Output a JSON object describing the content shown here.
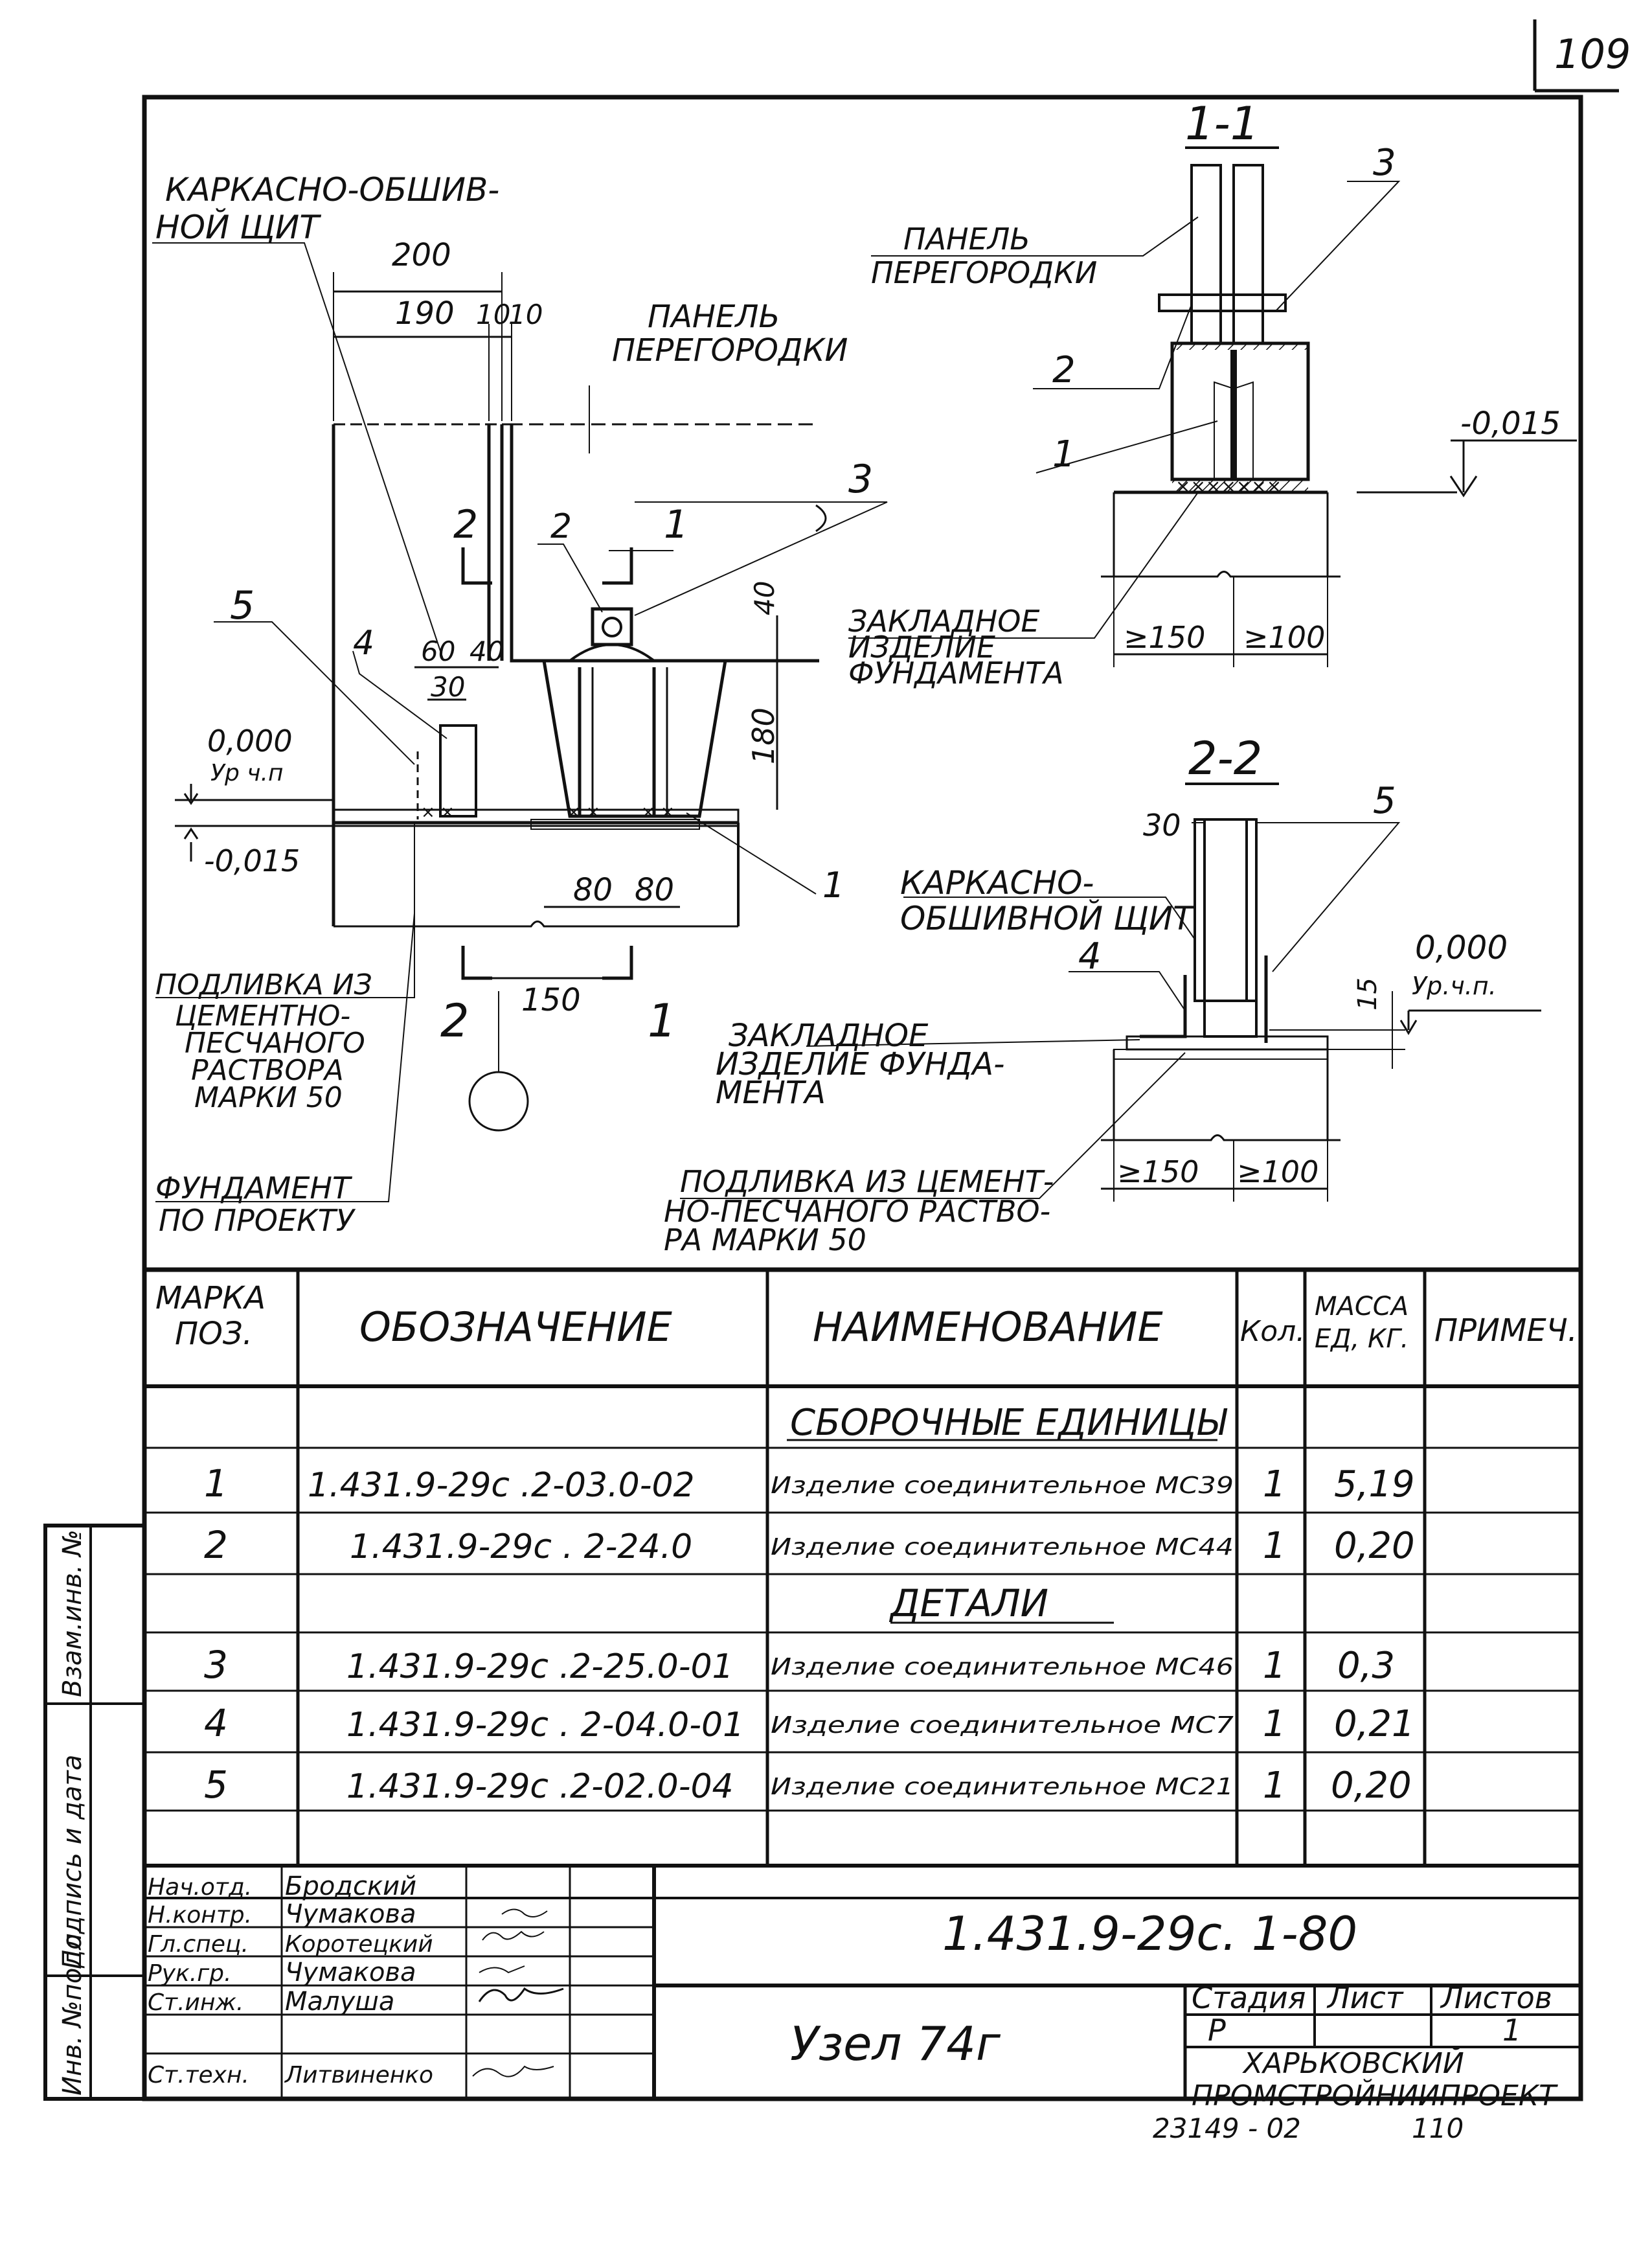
{
  "page": {
    "number": "109",
    "archive_no": "23149 - 02",
    "bottom_no": "110"
  },
  "drawing": {
    "left_view": {
      "frame_panel": "КАРКАСНО-ОБШИВ-\nНОЙ ЩИТ",
      "partition_panel": "ПАНЕЛЬ\nПЕРЕГОРОДКИ",
      "dims": [
        "200",
        "190",
        "10",
        "10",
        "60",
        "40",
        "30",
        "40",
        "180",
        "80",
        "80",
        "150"
      ],
      "level_top": "0,000",
      "level_top_sub": "Ур ч.п",
      "level_bottom": "-0,015",
      "grout": "ПОДЛИВКА ИЗ\nЦЕМЕНТНО-\nПЕСЧАНОГО\nРАСТВОРА\nМАРКИ 50",
      "foundation": "ФУНДАМЕНТ\nПО ПРОЕКТУ",
      "positions": [
        "1",
        "2",
        "3",
        "4",
        "5"
      ],
      "cuts": [
        "1",
        "2"
      ]
    },
    "section_1": {
      "title": "1-1",
      "partition_panel": "ПАНЕЛЬ\nПЕРЕГОРОДКИ",
      "embedded_part": "ЗАКЛАДНОЕ\nИЗДЕЛИЕ\nФУНДАМЕНТА",
      "dims": [
        "≥150",
        "≥100"
      ],
      "level": "-0,015",
      "positions": [
        "1",
        "2",
        "3"
      ]
    },
    "section_2": {
      "title": "2-2",
      "frame_panel": "КАРКАСНО-\nОБШИВНОЙ ЩИТ",
      "embedded_part": "ЗАКЛАДНОЕ\nИЗДЕЛИЕ ФУНДА-\nМЕНТА",
      "grout": "ПОДЛИВКА ИЗ ЦЕМЕНТ-\nНО-ПЕСЧАНОГО РАСТВО-\nРА МАРКИ 50",
      "dims": [
        "30",
        "15",
        "≥150",
        "≥100"
      ],
      "level": "0,000",
      "level_sub": "Ур.ч.п.",
      "positions": [
        "4",
        "5"
      ]
    }
  },
  "spec_table": {
    "headers": [
      "МАРКА\nПОЗ.",
      "ОБОЗНАЧЕНИЕ",
      "НАИМЕНОВАНИЕ",
      "Кол.",
      "МАССА\nЕД, КГ.",
      "ПРИМЕЧ."
    ],
    "groups": [
      {
        "title": "СБОРОЧНЫЕ ЕДИНИЦЫ",
        "rows": [
          [
            "1",
            "1.431.9-29c .2-03.0-02",
            "Изделие соединительное МС39",
            "1",
            "5,19",
            ""
          ],
          [
            "2",
            "1.431.9-29c . 2-24.0",
            "Изделие соединительное МС44",
            "1",
            "0,20",
            ""
          ]
        ]
      },
      {
        "title": "ДЕТАЛИ",
        "rows": [
          [
            "3",
            "1.431.9-29c .2-25.0-01",
            "Изделие соединительное МС46",
            "1",
            "0,3",
            ""
          ],
          [
            "4",
            "1.431.9-29c . 2-04.0-01",
            "Изделие соединительное МС7",
            "1",
            "0,21",
            ""
          ],
          [
            "5",
            "1.431.9-29c .2-02.0-04",
            "Изделие соединительное МС21",
            "1",
            "0,20",
            ""
          ]
        ]
      }
    ]
  },
  "side_stamp": [
    "Инв. №подл.",
    "Подпись и дата",
    "Взам.инв. №"
  ],
  "title_block": {
    "doc_code": "1.431.9-29c. 1-80",
    "title": "Узел 74г",
    "stage_header": "Стадия",
    "sheet_header": "Лист",
    "sheets_header": "Листов",
    "stage": "Р",
    "sheet": "",
    "sheets": "1",
    "org": "ХАРЬКОВСКИЙ\nПРОМСТРОЙНИИПРОЕКТ",
    "signatures": [
      {
        "role": "Нач.отд.",
        "name": "Бродский"
      },
      {
        "role": "Н.контр.",
        "name": "Чумакова"
      },
      {
        "role": "Гл.спец.",
        "name": "Коротецкий"
      },
      {
        "role": "Рук.гр.",
        "name": "Чумакова"
      },
      {
        "role": "Ст.инж.",
        "name": "Малуша"
      },
      {
        "role": "",
        "name": ""
      },
      {
        "role": "Ст.техн.",
        "name": "Литвиненко"
      }
    ]
  }
}
